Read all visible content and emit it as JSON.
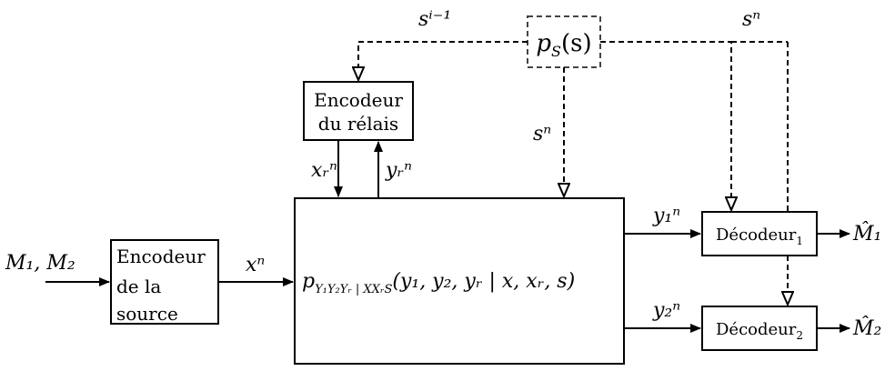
{
  "blocks": {
    "source_encoder": [
      "Encodeur",
      "de la",
      "source"
    ],
    "relay_encoder": [
      "Encodeur",
      "du rélais"
    ],
    "decoder1": {
      "base": "Décodeur",
      "sub": "1"
    },
    "decoder2": {
      "base": "Décodeur",
      "sub": "2"
    },
    "state_box": {
      "p": "p",
      "sub": "S",
      "arg": "(s)"
    },
    "channel": {
      "p": "p",
      "sub": "Y₁Y₂Yᵣ | XXᵣS",
      "args": "(y₁, y₂, yᵣ | x, xᵣ, s)"
    }
  },
  "signals": {
    "messages": "M₁, M₂",
    "xn": "xⁿ",
    "xrn": "xᵣⁿ",
    "yrn": "yᵣⁿ",
    "y1n": "y₁ⁿ",
    "y2n": "y₂ⁿ",
    "m1hat": "M̂₁",
    "m2hat": "M̂₂",
    "s_past": "sⁱ⁻¹",
    "sn_mid": "sⁿ",
    "sn_right": "sⁿ"
  }
}
